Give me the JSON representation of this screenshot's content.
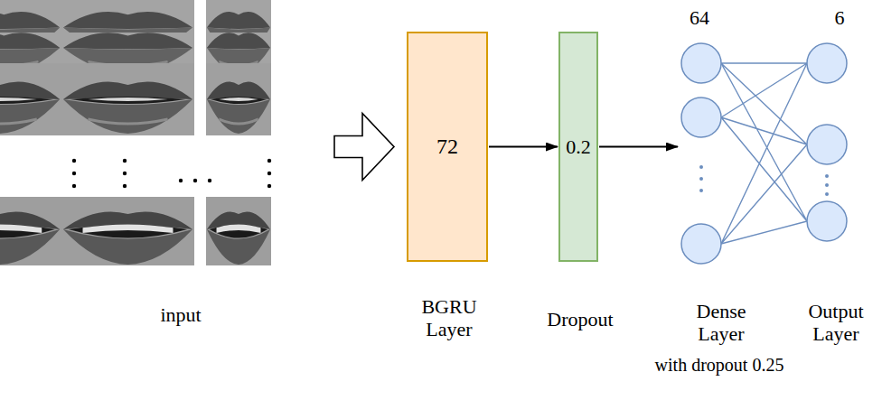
{
  "diagram": {
    "nodes": [
      {
        "text": [
          "input"
        ]
      },
      {
        "text": [
          "72",
          "BGRU Layer"
        ]
      },
      {
        "text": [
          "0.2",
          "Dropout"
        ]
      },
      {
        "text": [
          "64",
          "Dense Layer",
          "with dropout 0.25"
        ]
      },
      {
        "text": [
          "6",
          "Output Layer"
        ]
      }
    ],
    "edges": [
      {
        "from": 0,
        "to": 1,
        "arrow": "to"
      },
      {
        "from": 1,
        "to": 2,
        "arrow": "to"
      },
      {
        "from": 2,
        "to": 3,
        "arrow": "to"
      },
      {
        "from": 3,
        "to": 4,
        "arrow": "none"
      }
    ]
  }
}
